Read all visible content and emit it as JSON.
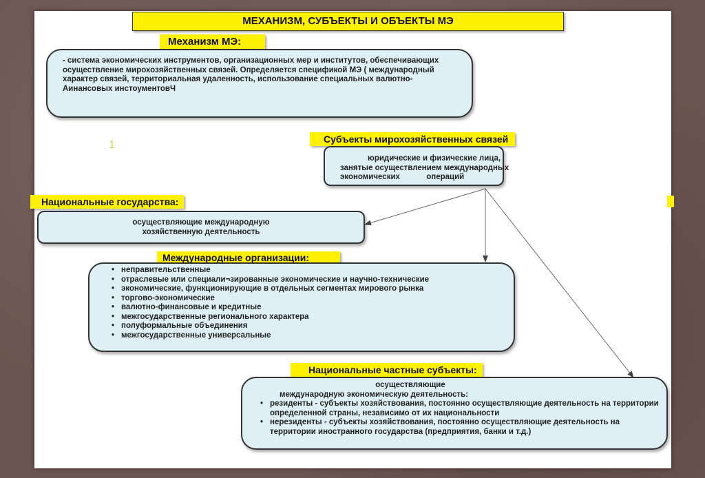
{
  "title": "МЕХАНИЗМ, СУБЪЕКТЫ И ОБЪЕКТЫ МЭ",
  "mechanism": {
    "label": "Механизм  МЭ:",
    "text": "- система экономических инструментов, организационных мер и институтов, обеспечивающих осуществление мирохозяйственных связей. Определяется спецификой МЭ ( международный характер связей, территориальная удаленность, использование специальных валютно-Аинансовых инстоументовЧ"
  },
  "slide_number": "1",
  "subjects": {
    "label": "Субъекты мирохозяйственных связей",
    "line1": "юридические и физические лица,",
    "line2": "занятые осуществлением   международных",
    "line3": "экономических            операций"
  },
  "national_states": {
    "label": "Национальные государства:",
    "line1": "осуществляющие международную",
    "line2": "хозяйственную деятельность"
  },
  "intl_orgs": {
    "label": "Международные организации:",
    "items": [
      "неправительственные",
      "отраслевые или специали¬зированные экономические и научно-технические",
      "экономические, функционирующие в отдельных сегментах мирового рынка",
      "торгово-экономические",
      "валютно-финансовые и кредитные",
      "межгосударственные регионального характера",
      "полуформальные объединения",
      "межгосударственные универсальные"
    ]
  },
  "private": {
    "label": "Национальные частные субъекты:",
    "line1": "осуществляющие",
    "line2": "международную экономическую деятельность:",
    "items": [
      "резиденты - субъекты хозяйствования, постоянно осуществляющие деятельность на территории определенной страны, независимо от их национальности",
      "нерезиденты - субъекты хозяйствования, постоянно осуществляющие деятельность на территории иностранного государства (предприятия, банки и т.д.)"
    ]
  }
}
